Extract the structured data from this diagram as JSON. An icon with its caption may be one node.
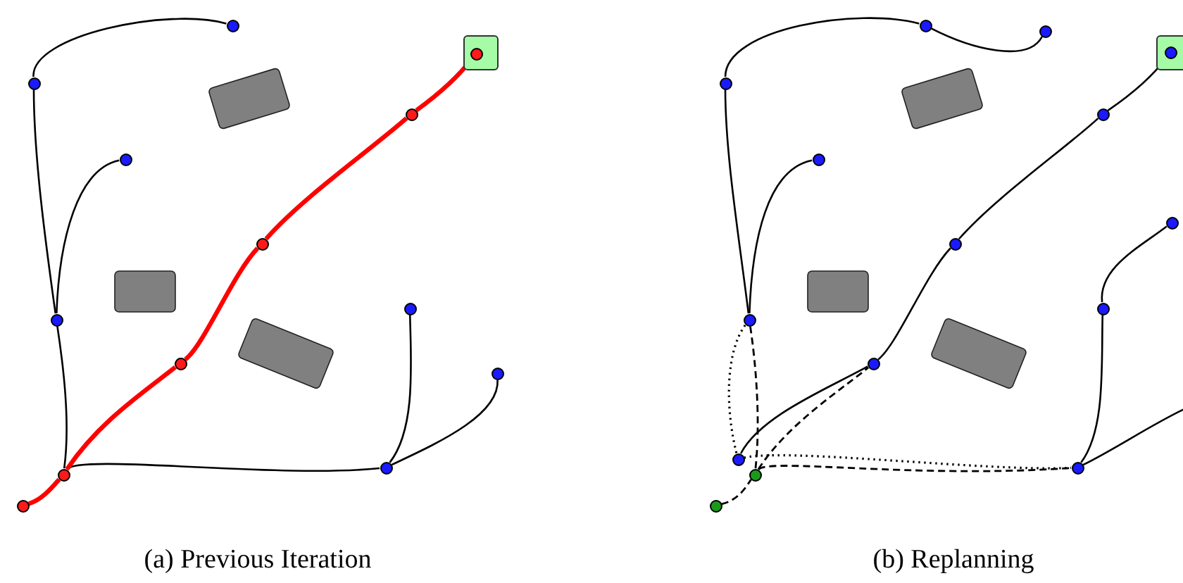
{
  "diagram": {
    "nodes": [
      {
        "text": [],
        "shape": "circle"
      },
      {
        "text": [],
        "shape": "box"
      },
      {
        "text": [],
        "shape": "circle",
        "in": 1
      },
      {
        "text": [],
        "shape": "circle"
      },
      {
        "text": [],
        "shape": "circle"
      },
      {
        "text": [],
        "shape": "circle"
      },
      {
        "text": [],
        "shape": "circle"
      },
      {
        "text": [],
        "shape": "circle"
      },
      {
        "text": [],
        "shape": "circle"
      },
      {
        "text": [],
        "shape": "circle"
      },
      {
        "text": [],
        "shape": "circle"
      },
      {
        "text": [],
        "shape": "circle"
      },
      {
        "text": [],
        "shape": "circle"
      },
      {
        "text": [],
        "shape": "circle"
      },
      {
        "text": [],
        "shape": "circle"
      },
      {
        "text": [],
        "shape": "circle"
      },
      {
        "text": [],
        "shape": "box"
      },
      {
        "text": [],
        "shape": "circle",
        "in": 16
      },
      {
        "text": [],
        "shape": "circle"
      },
      {
        "text": [],
        "shape": "circle"
      },
      {
        "text": [],
        "shape": "circle"
      },
      {
        "text": [],
        "shape": "circle"
      },
      {
        "text": [],
        "shape": "circle"
      },
      {
        "text": [],
        "shape": "circle"
      },
      {
        "text": [],
        "shape": "circle"
      },
      {
        "text": [],
        "shape": "circle"
      },
      {
        "text": [],
        "shape": "circle"
      },
      {
        "text": [],
        "shape": "circle"
      },
      {
        "text": [],
        "shape": "circle"
      },
      {
        "text": [],
        "shape": "circle"
      }
    ],
    "edges": [
      {
        "from": 3,
        "to": 0,
        "arrow": "none"
      },
      {
        "from": 8,
        "to": 3,
        "arrow": "none"
      },
      {
        "from": 8,
        "to": 5,
        "arrow": "none"
      },
      {
        "from": 12,
        "to": 8,
        "arrow": "none"
      },
      {
        "from": 12,
        "to": 11,
        "arrow": "none"
      },
      {
        "from": 11,
        "to": 7,
        "arrow": "none"
      },
      {
        "from": 11,
        "to": 10,
        "arrow": "none"
      },
      {
        "from": 13,
        "to": 12,
        "arrow": "none",
        "style": "thick",
        "color": "#ff0000"
      },
      {
        "from": 12,
        "to": 9,
        "arrow": "none",
        "style": "thick",
        "color": "#ff0000"
      },
      {
        "from": 9,
        "to": 6,
        "arrow": "none",
        "style": "thick",
        "color": "#ff0000"
      },
      {
        "from": 6,
        "to": 4,
        "arrow": "none",
        "style": "thick",
        "color": "#ff0000"
      },
      {
        "from": 4,
        "to": 2,
        "arrow": "none",
        "style": "thick",
        "color": "#ff0000"
      },
      {
        "from": 18,
        "to": 14,
        "arrow": "none"
      },
      {
        "from": 14,
        "to": 15,
        "arrow": "none"
      },
      {
        "from": 24,
        "to": 18,
        "arrow": "none"
      },
      {
        "from": 24,
        "to": 20,
        "arrow": "none"
      },
      {
        "from": 26,
        "to": 25,
        "arrow": "none"
      },
      {
        "from": 25,
        "to": 22,
        "arrow": "none"
      },
      {
        "from": 22,
        "to": 19,
        "arrow": "none"
      },
      {
        "from": 19,
        "to": 17,
        "arrow": "none"
      },
      {
        "from": 27,
        "to": 23,
        "arrow": "none"
      },
      {
        "from": 23,
        "to": 21,
        "arrow": "none"
      },
      {
        "from": 27,
        "to": null,
        "arrow": "none"
      },
      {
        "from": 29,
        "to": 28,
        "arrow": "none",
        "style": "dashed"
      },
      {
        "from": 28,
        "to": 24,
        "arrow": "none",
        "style": "dashed"
      },
      {
        "from": 28,
        "to": 25,
        "arrow": "none",
        "style": "dashed"
      },
      {
        "from": 28,
        "to": 27,
        "arrow": "none",
        "style": "dashed"
      },
      {
        "from": 26,
        "to": 24,
        "arrow": "none",
        "style": "dashed"
      },
      {
        "from": 26,
        "to": 27,
        "arrow": "none",
        "style": "dashed"
      }
    ],
    "labels": [
      "(a) Previous Iteration",
      "(b) Replanning"
    ]
  }
}
